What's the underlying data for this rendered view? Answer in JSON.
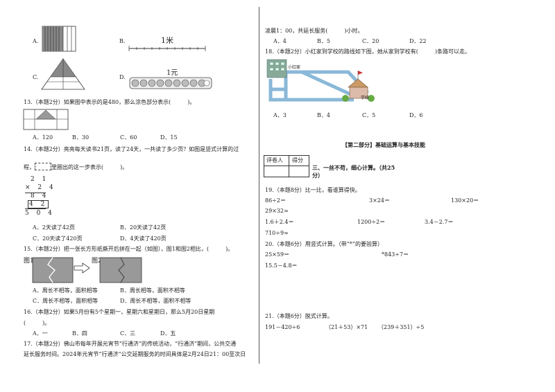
{
  "left": {
    "q12_opts": {
      "a": "A.",
      "b": "B.",
      "c": "C.",
      "d": "D."
    },
    "q12_b_label": "1米",
    "q12_d_label": "1元",
    "q13": {
      "text": "13.（本题2分）如果图中表示的是480，那么涂色部分表示(　　　)。",
      "opts": [
        "A．120",
        "B．30",
        "C．60",
        "D．15"
      ]
    },
    "q14": {
      "text1": "14.（本题2分）亮亮每天读书21页，读了24天，一共读了多少页？如图是竖式计算的过",
      "text2_pre": "程，",
      "text2_post": "里圈出的这一步表示(　　　)。",
      "calc": {
        "l1": "2 1",
        "l2": "× 2 4",
        "l3": "8 4",
        "l4": "4 2",
        "l5": "5 0 4"
      },
      "opts": [
        "A．2天读了42页",
        "B．20天读了42页",
        "C．20天读了420页",
        "D．4天读了420页"
      ]
    },
    "q15": {
      "text": "15.（本题2分）把一张长方形纸撕开后拼在一起（如图），图1和图2相比，(　　　)。",
      "fig1": "图1",
      "fig2": "图2",
      "opts": [
        "A．周长不相等，面积相等",
        "B．周长相等，面积不相等",
        "C．周长不相等，面积相等",
        "D．周长不相等，面积不相等"
      ]
    },
    "q16": {
      "text1": "16.（本题2分）如果5月份有5个星期一，星期六和星期日，那么5月20日星期",
      "text2": "(　　　)。",
      "opts": [
        "A．一",
        "B．四",
        "C．三",
        "D．五"
      ]
    },
    "q17": {
      "text1": "17.（本题2分）佛山市每年开展元宵节“行通济”的传统活动，“行通济”期间，公共交通",
      "text2": "延长服务时间。2024年元宵节“行通济”公交延期服务的时间具体是2月24日21：00至次日"
    }
  },
  "right": {
    "q17_cont": {
      "text": "凌晨1：00，共延长服务(　　　)小时。",
      "opts": [
        "A．4",
        "B．5",
        "C．20",
        "D．22"
      ]
    },
    "q18": {
      "text": "18.（本题2分）小红家到学校的路线如下图，她从家到学校有(　　　)条路可以走。",
      "home_label": "小红家",
      "school_label": "学校",
      "opts": [
        "A．3",
        "B．4",
        "C．5",
        "D．6"
      ]
    },
    "section_title": "【第二部分】基础运算与基本技能",
    "grader": {
      "c1": "评卷人",
      "c2": "得分"
    },
    "section3": "三、一丝不苟，细心计算。（共25",
    "section3b": "分）",
    "q19": {
      "text": "19.（本题8分）比一比，看谁算得快。",
      "items": [
        "86÷2＝",
        "3×24＝",
        "130×20＝",
        "29×32≈",
        "1.6＋2.4＝",
        "1200÷2＝",
        "3.4－2.7＝",
        "710÷9≈"
      ]
    },
    "q20": {
      "text": "20.（本题6分）用竖式计算。（带“*”的要验算）",
      "items": [
        "25×59＝",
        "*843÷7＝",
        "15.5－4.8＝"
      ]
    },
    "q21": {
      "text": "21.（本题6分）脱式计算。",
      "items": [
        "191－420÷6",
        "（21＋53）×71",
        "（239＋351）÷5"
      ]
    }
  }
}
